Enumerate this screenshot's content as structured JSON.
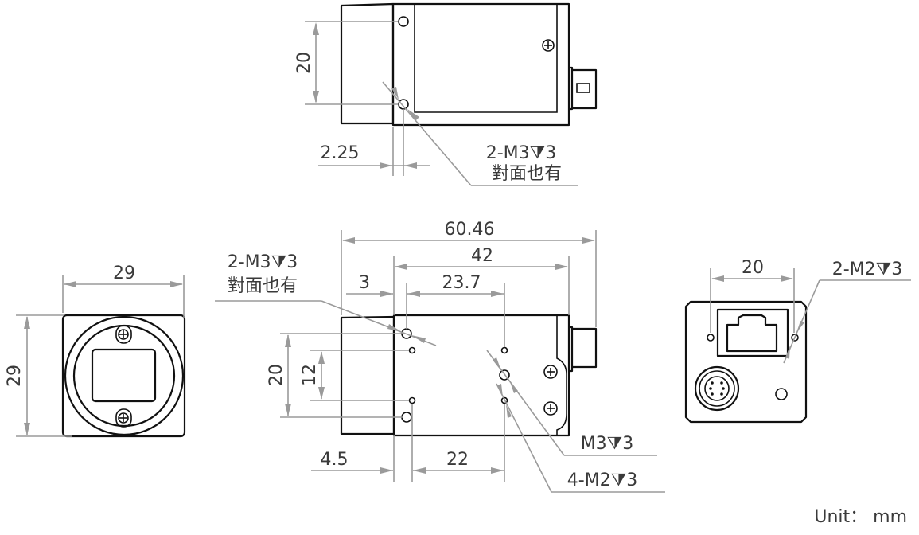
{
  "drawing": {
    "unit_label": "Unit： mm",
    "top_view": {
      "dim_hole_spacing": "20",
      "dim_offset": "2.25",
      "callout_line1": "2-M3⧩3",
      "callout_line2": "對面也有"
    },
    "front_view": {
      "dim_width": "29",
      "dim_height": "29"
    },
    "side_view": {
      "dim_total_length": "60.46",
      "dim_body_length": "42",
      "dim_front_offset": "3",
      "dim_hole_pitch": "23.7",
      "dim_m3_spacing": "20",
      "dim_m2_spacing": "12",
      "dim_bottom_offset": "4.5",
      "dim_bottom_pitch": "22",
      "callout_top_line1": "2-M3⧩3",
      "callout_top_line2": "對面也有",
      "callout_m3": "M3⧩3",
      "callout_m2": "4-M2⧩3"
    },
    "rear_view": {
      "dim_hole_spacing": "20",
      "callout": "2-M2⧩3"
    }
  }
}
